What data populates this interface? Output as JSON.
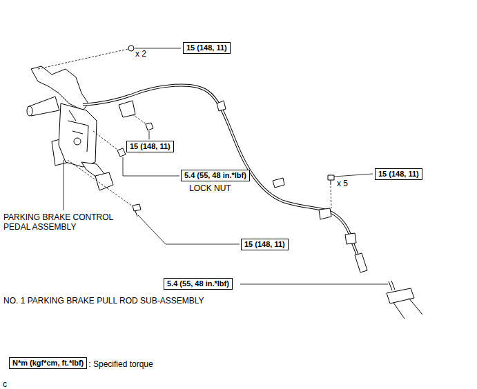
{
  "diagram": {
    "nodes": [
      {
        "text": [
          "15 (148, 11)"
        ]
      },
      {
        "text": [
          "15 (148, 11)"
        ]
      },
      {
        "text": [
          "5.4 (55, 48 in.*lbf)"
        ]
      },
      {
        "text": [
          "15 (148, 11)"
        ]
      },
      {
        "text": [
          "15 (148, 11)"
        ]
      },
      {
        "text": [
          "5.4 (55, 48 in.*lbf)"
        ]
      },
      {
        "text": [
          "N*m (kgf*cm, ft.*lbf)"
        ]
      }
    ],
    "labels": [
      "x 2",
      "LOCK NUT",
      "x 5",
      "PARKING BRAKE CONTROL PEDAL ASSEMBLY",
      "NO. 1 PARKING BRAKE PULL ROD SUB-ASSEMBLY",
      ": Specified torque",
      "c"
    ]
  }
}
